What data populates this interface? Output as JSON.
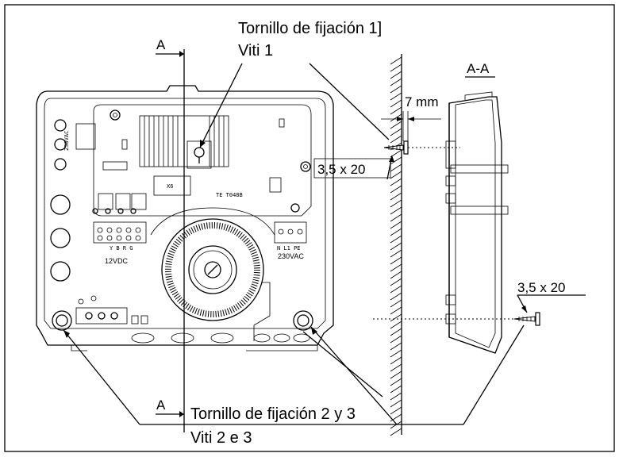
{
  "labels": {
    "screw1_es": "Tornillo de fijación 1]",
    "screw1_it": "Viti 1",
    "screw23_es": "Tornillo de fijación 2 y 3",
    "screw23_it": "Viti 2 e 3",
    "section_top": "A",
    "section_bottom": "A",
    "section_view": "A-A",
    "gap": "7 mm",
    "screw_size_1": "3,5 x 20",
    "screw_size_2": "3,5 x 20"
  },
  "board": {
    "terminal_12v": "12VDC",
    "terminal_12v_pins": "Y  B  R  G",
    "terminal_230": "230VAC",
    "terminal_230_pins": "N  L1  PE",
    "vertical_230": "230VAC",
    "relay_label": "X6",
    "board_code": "TE T048B"
  }
}
